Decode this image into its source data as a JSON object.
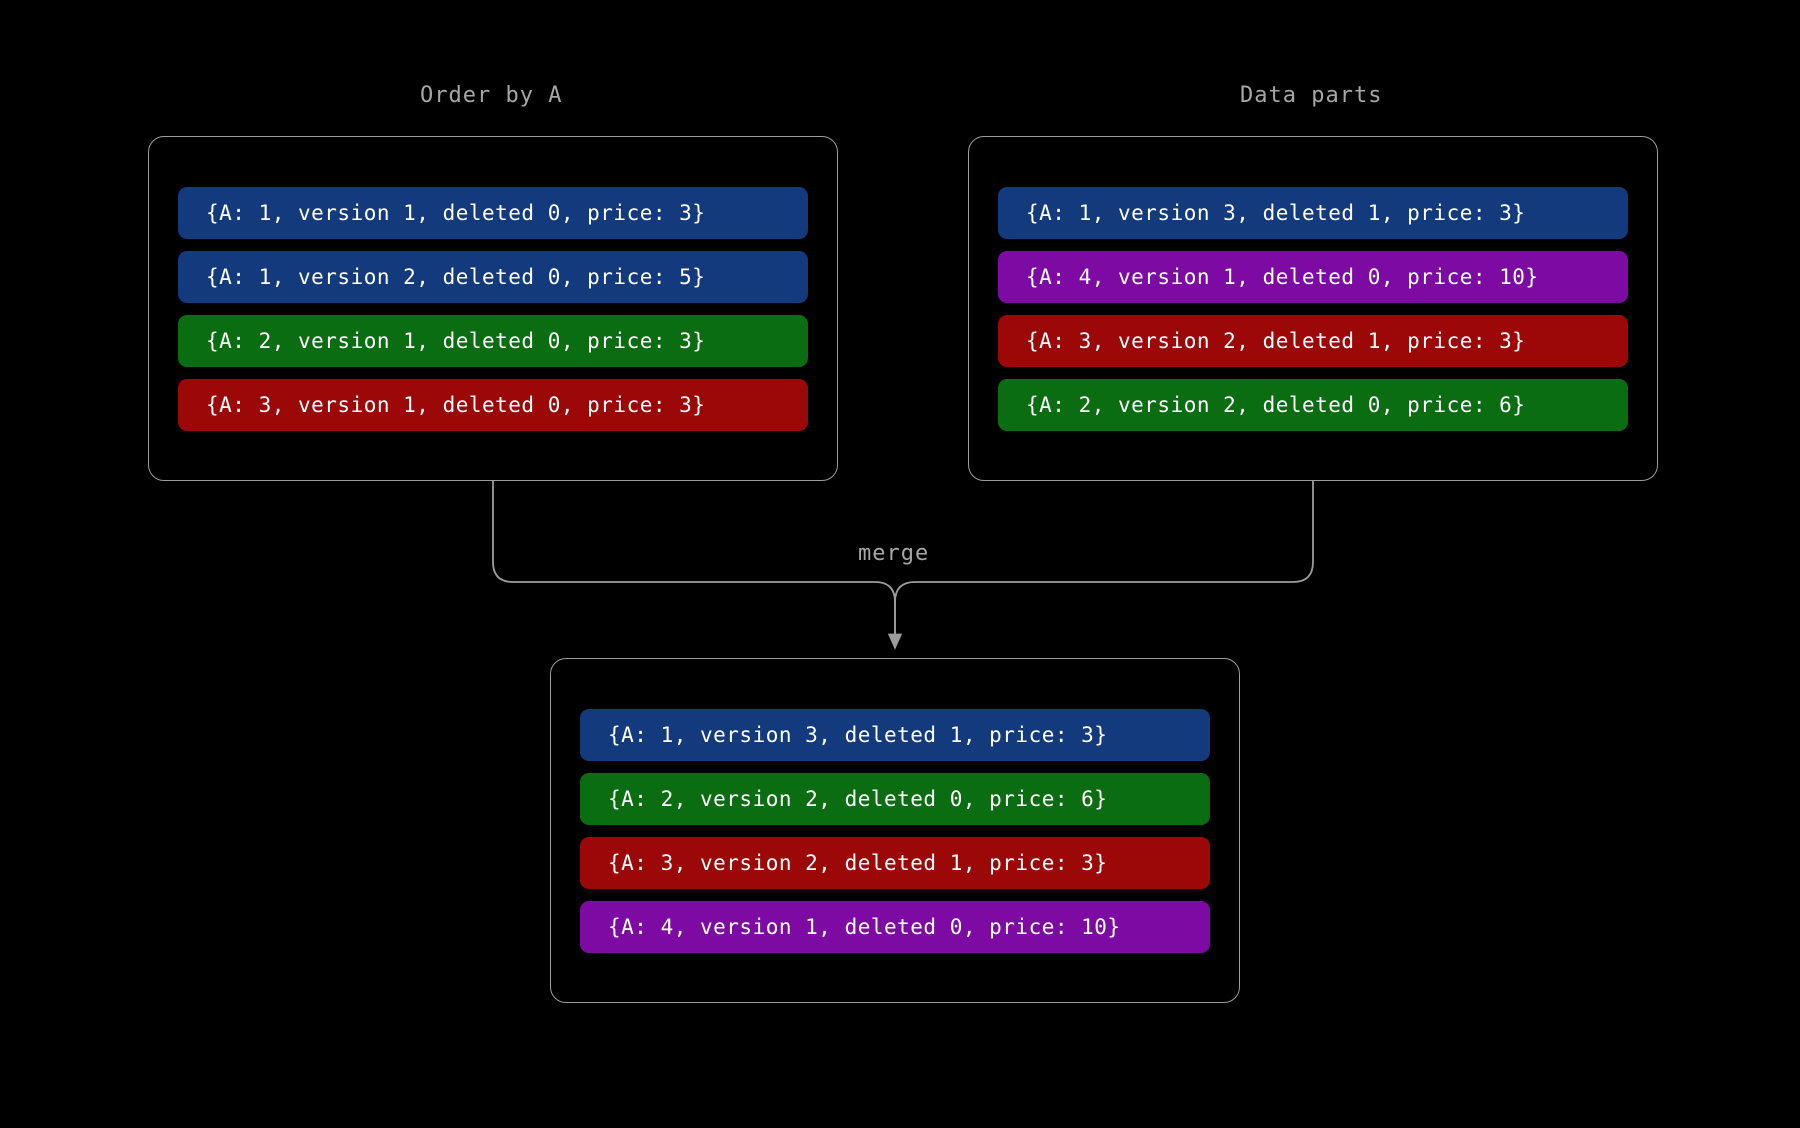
{
  "canvas": {
    "background": "#000000",
    "line_color": "#9c9c9c",
    "label_color": "#a6a6a6"
  },
  "palette": {
    "blue": "#123a7c",
    "green": "#0a6d12",
    "red": "#9c0808",
    "purple": "#7d0ba3"
  },
  "panels": {
    "left": {
      "title": "Order by A",
      "rows": [
        {
          "text": "{A: 1, version 1, deleted 0, price: 3}",
          "color": "blue"
        },
        {
          "text": "{A: 1, version 2, deleted 0, price: 5}",
          "color": "blue"
        },
        {
          "text": "{A: 2, version 1, deleted 0, price: 3}",
          "color": "green"
        },
        {
          "text": "{A: 3, version 1, deleted 0, price: 3}",
          "color": "red"
        }
      ]
    },
    "right": {
      "title": "Data parts",
      "rows": [
        {
          "text": "{A: 1, version 3, deleted 1, price: 3}",
          "color": "blue"
        },
        {
          "text": "{A: 4, version 1, deleted 0, price: 10}",
          "color": "purple"
        },
        {
          "text": "{A: 3, version 2, deleted 1, price: 3}",
          "color": "red"
        },
        {
          "text": "{A: 2, version 2, deleted 0, price: 6}",
          "color": "green"
        }
      ]
    },
    "merged": {
      "title": "",
      "rows": [
        {
          "text": "{A: 1, version 3, deleted 1, price: 3}",
          "color": "blue"
        },
        {
          "text": "{A: 2, version 2, deleted 0, price: 6}",
          "color": "green"
        },
        {
          "text": "{A: 3, version 2, deleted 1, price: 3}",
          "color": "red"
        },
        {
          "text": "{A: 4, version 1, deleted 0, price: 10}",
          "color": "purple"
        }
      ]
    }
  },
  "edges": {
    "merge_label": "merge"
  }
}
